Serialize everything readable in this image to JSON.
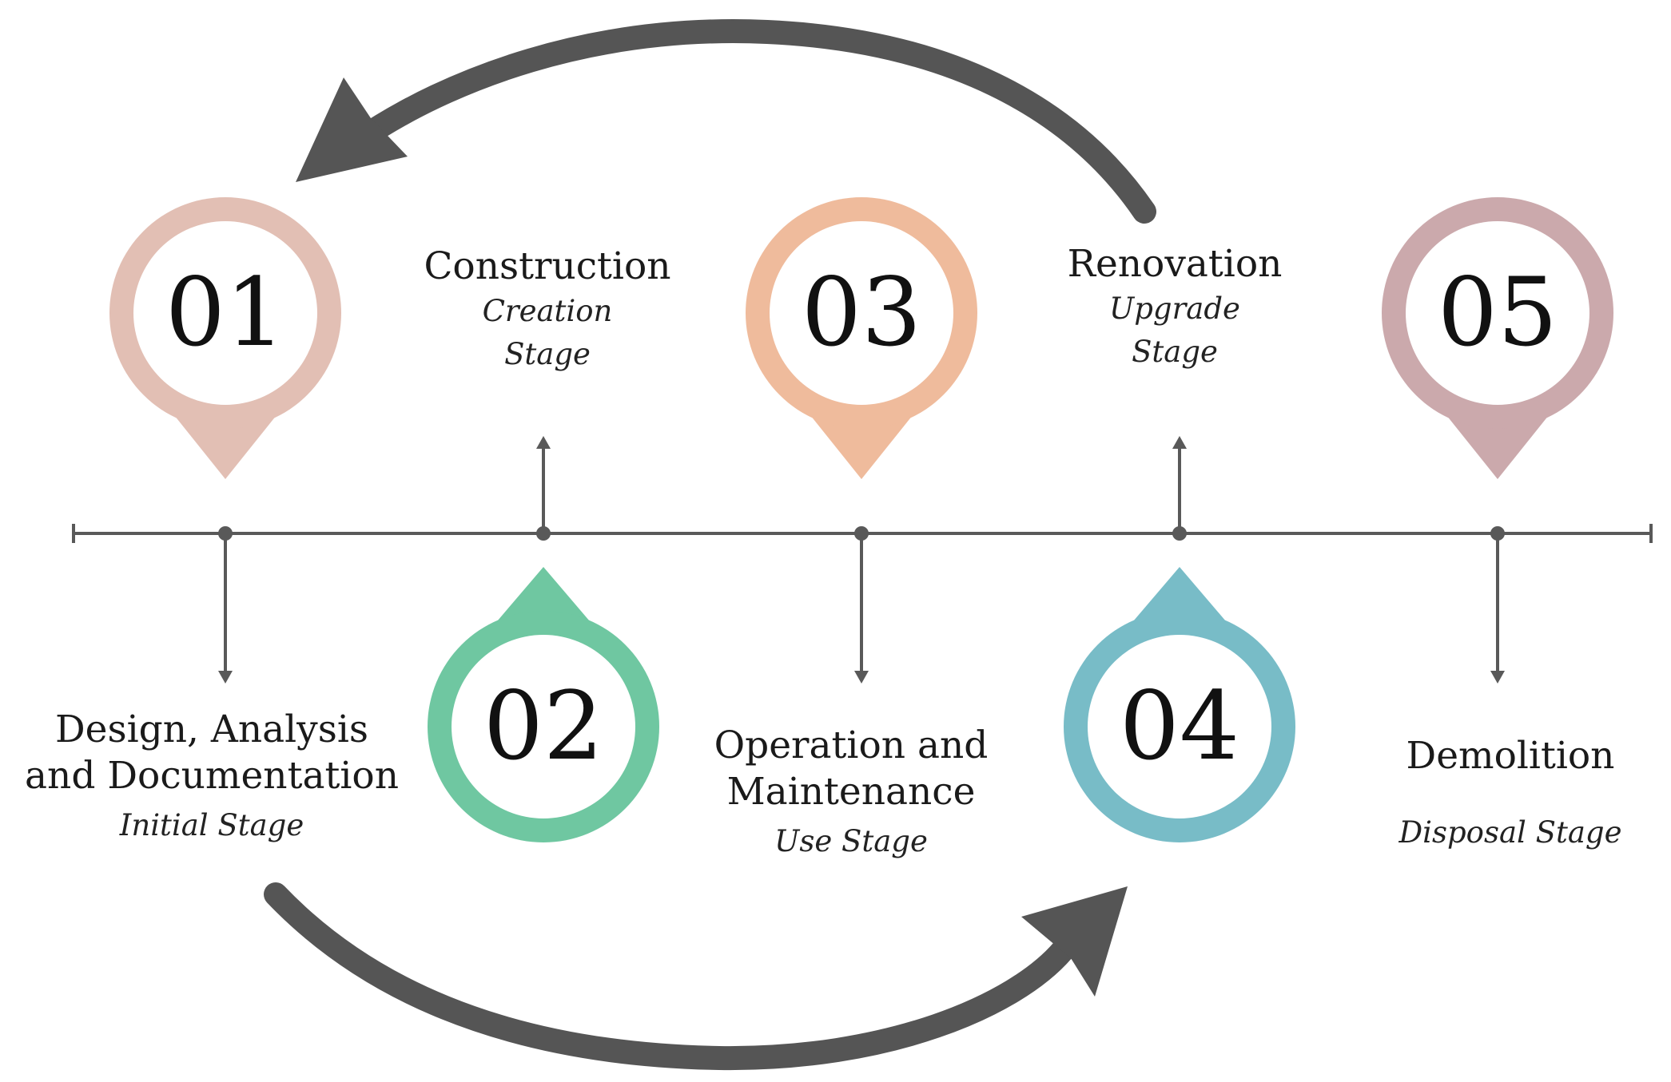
{
  "stages": [
    {
      "number": "01",
      "title": "Design, Analysis and Documentation",
      "subtitle": "Initial Stage",
      "color": "#e2bfb4"
    },
    {
      "number": "02",
      "title": "Construction",
      "subtitle": "Creation Stage",
      "color": "#6fc7a1"
    },
    {
      "number": "03",
      "title": "Operation and Maintenance",
      "subtitle": "Use Stage",
      "color": "#efbb9c"
    },
    {
      "number": "04",
      "title": "Renovation",
      "subtitle": "Upgrade Stage",
      "color": "#78bcc7"
    },
    {
      "number": "05",
      "title": "Demolition",
      "subtitle": "Disposal Stage",
      "color": "#cba9ac"
    }
  ],
  "labels": {
    "s1_title_l1": "Design, Analysis",
    "s1_title_l2": "and Documentation",
    "s1_sub": "Initial Stage",
    "s2_title": "Construction",
    "s2_sub_l1": "Creation",
    "s2_sub_l2": "Stage",
    "s3_title_l1": "Operation and",
    "s3_title_l2": "Maintenance",
    "s3_sub": "Use Stage",
    "s4_title": "Renovation",
    "s4_sub_l1": "Upgrade",
    "s4_sub_l2": "Stage",
    "s5_title": "Demolition",
    "s5_sub": "Disposal Stage"
  },
  "colors": {
    "timeline": "#595959",
    "cycle_arrow": "#555555",
    "text": "#1a1a1a"
  },
  "icons": [
    "cycle-arrow-upper",
    "cycle-arrow-lower",
    "connector-arrow"
  ]
}
